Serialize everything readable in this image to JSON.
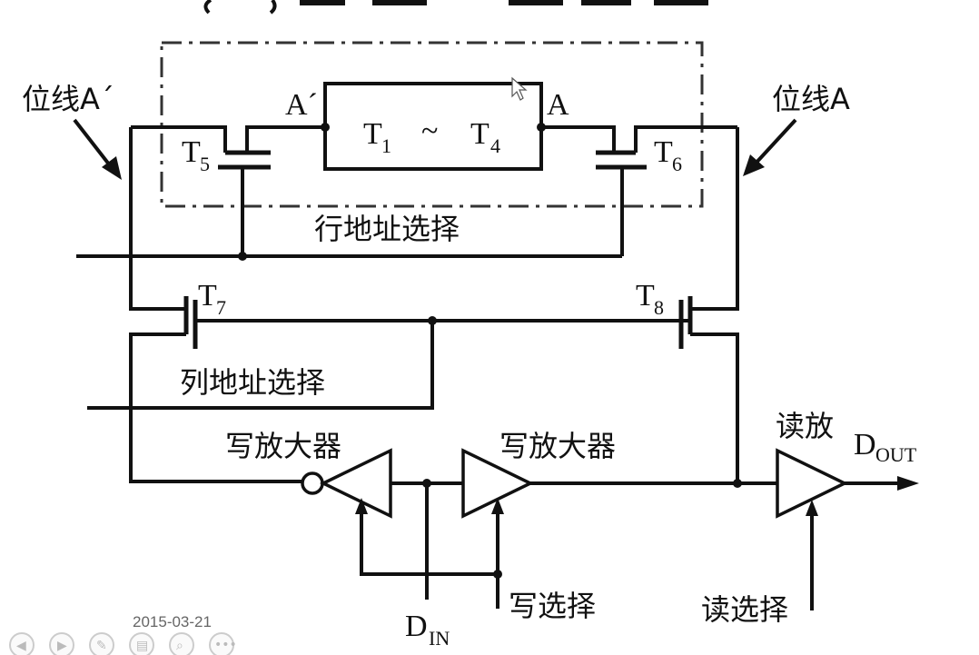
{
  "title_partial": "(",
  "bitline_left_label": "位线A´",
  "bitline_right_label": "位线A",
  "node_left_label": "A´",
  "node_right_label": "A",
  "cell_label_main": "T",
  "cell_label_sub1": "1",
  "cell_label_tilde": "~",
  "cell_label_sub4": "4",
  "t5_label": "T",
  "t5_sub": "5",
  "t6_label": "T",
  "t6_sub": "6",
  "t7_label": "T",
  "t7_sub": "7",
  "t8_label": "T",
  "t8_sub": "8",
  "row_select_label": "行地址选择",
  "col_select_label": "列地址选择",
  "write_amp_left_label": "写放大器",
  "write_amp_right_label": "写放大器",
  "read_amp_label": "读放",
  "dout_label": "D",
  "dout_sub": "OUT",
  "din_label": "D",
  "din_sub": "IN",
  "write_select_label": "写选择",
  "read_select_label": "读选择",
  "date_stamp": "2015-03-21",
  "toolbar_icons": [
    "prev-icon",
    "next-icon",
    "pen-icon",
    "slides-icon",
    "zoom-icon",
    "more-icon"
  ],
  "colors": {
    "line": "#111111",
    "background": "#ffffff",
    "dashed_box": "#333333"
  }
}
